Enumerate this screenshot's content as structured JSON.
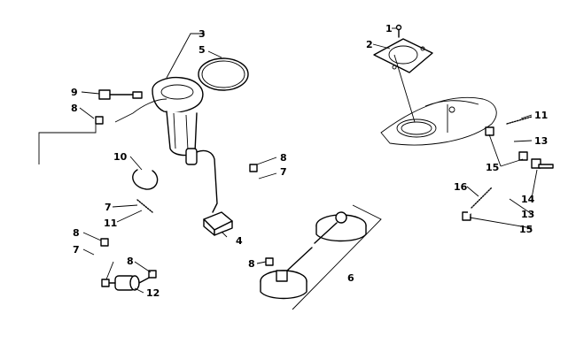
{
  "callouts": [
    {
      "id": "c1",
      "text": "1"
    },
    {
      "id": "c2",
      "text": "2"
    },
    {
      "id": "c3",
      "text": "3"
    },
    {
      "id": "c4",
      "text": "4"
    },
    {
      "id": "c5",
      "text": "5"
    },
    {
      "id": "c6",
      "text": "6"
    },
    {
      "id": "c7a",
      "text": "7"
    },
    {
      "id": "c7b",
      "text": "7"
    },
    {
      "id": "c7c",
      "text": "7"
    },
    {
      "id": "c8a",
      "text": "8"
    },
    {
      "id": "c8b",
      "text": "8"
    },
    {
      "id": "c8c",
      "text": "8"
    },
    {
      "id": "c8d",
      "text": "8"
    },
    {
      "id": "c8e",
      "text": "8"
    },
    {
      "id": "c9",
      "text": "9"
    },
    {
      "id": "c10",
      "text": "10"
    },
    {
      "id": "c11a",
      "text": "11"
    },
    {
      "id": "c11b",
      "text": "11"
    },
    {
      "id": "c12",
      "text": "12"
    },
    {
      "id": "c13a",
      "text": "13"
    },
    {
      "id": "c13b",
      "text": "13"
    },
    {
      "id": "c14",
      "text": "14"
    },
    {
      "id": "c15a",
      "text": "15"
    },
    {
      "id": "c15b",
      "text": "15"
    },
    {
      "id": "c16",
      "text": "16"
    }
  ]
}
